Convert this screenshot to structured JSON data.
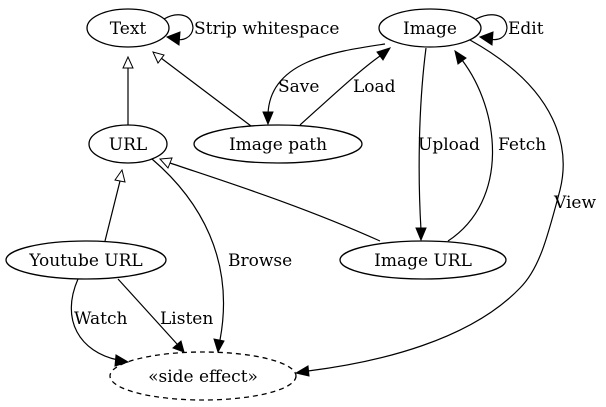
{
  "nodes": {
    "text": "Text",
    "image": "Image",
    "url": "URL",
    "image_path": "Image path",
    "youtube_url": "Youtube URL",
    "image_url": "Image URL",
    "side_effect": "«side effect»"
  },
  "edges": {
    "strip_whitespace": "Strip whitespace",
    "edit": "Edit",
    "save": "Save",
    "load": "Load",
    "upload": "Upload",
    "fetch": "Fetch",
    "view": "View",
    "browse": "Browse",
    "watch": "Watch",
    "listen": "Listen"
  }
}
